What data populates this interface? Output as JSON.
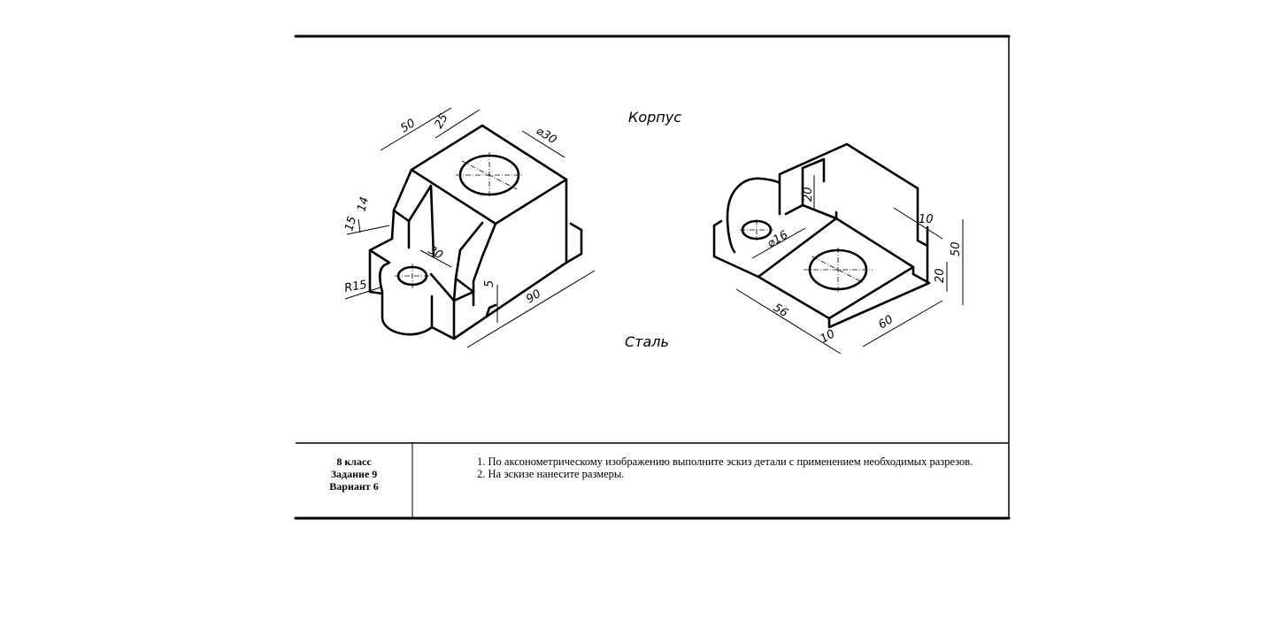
{
  "drawing": {
    "part_name": "Корпус",
    "material": "Сталь",
    "left_view_dimensions": [
      "50",
      "25",
      "⌀30",
      "14",
      "15",
      "30",
      "R15",
      "5",
      "90"
    ],
    "right_view_dimensions": [
      "20",
      "⌀16",
      "10",
      "50",
      "20",
      "56",
      "10",
      "60"
    ]
  },
  "task_table": {
    "grade": "8 класс",
    "task": "Задание 9",
    "variant": "Вариант 6",
    "instruction_1": "1. По аксонометрическому изображению выполните эскиз детали с применением необходимых разрезов.",
    "instruction_2": "2. На эскизе нанесите размеры."
  }
}
